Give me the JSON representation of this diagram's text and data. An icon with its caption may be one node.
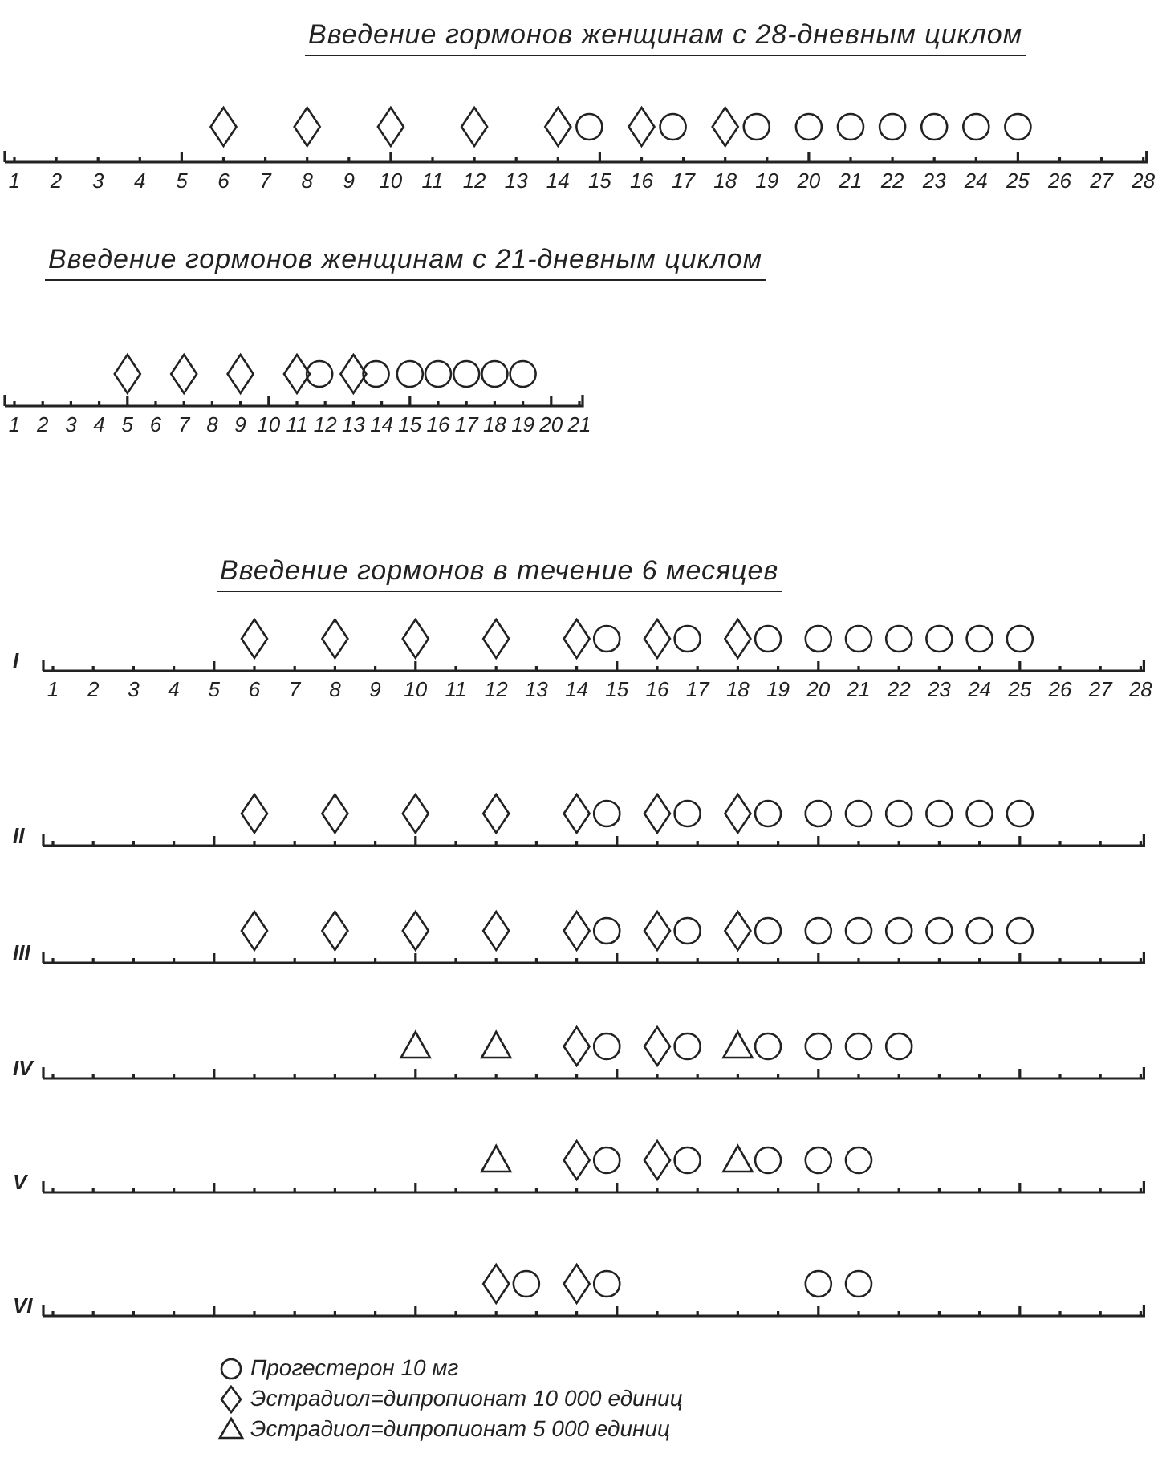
{
  "diagram": {
    "labels": [
      "Введение гормонов женщинам с 28-дневным циклом",
      "1",
      "2",
      "3",
      "4",
      "5",
      "6",
      "7",
      "8",
      "9",
      "10",
      "11",
      "12",
      "13",
      "14",
      "15",
      "16",
      "17",
      "18",
      "19",
      "20",
      "21",
      "22",
      "23",
      "24",
      "25",
      "26",
      "27",
      "28",
      "Введение гормонов женщинам с 21-дневным циклом",
      "1",
      "2",
      "3",
      "4",
      "5",
      "6",
      "7",
      "8",
      "9",
      "10",
      "11",
      "12",
      "13",
      "14",
      "15",
      "16",
      "17",
      "18",
      "19",
      "20",
      "21",
      "Введение гормонов в течение 6 месяцев",
      "I",
      "1",
      "2",
      "3",
      "4",
      "5",
      "6",
      "7",
      "8",
      "9",
      "10",
      "11",
      "12",
      "13",
      "14",
      "15",
      "16",
      "17",
      "18",
      "19",
      "20",
      "21",
      "22",
      "23",
      "24",
      "25",
      "26",
      "27",
      "28",
      "II",
      "III",
      "IV",
      "V",
      "VI"
    ],
    "legend": [
      {
        "text": "Прогестерон 10 мг"
      },
      {
        "text": "Эстрадиол=дипропионат 10 000 единиц"
      },
      {
        "text": "Эстрадиол=дипропионат 5 000 единиц"
      }
    ]
  }
}
